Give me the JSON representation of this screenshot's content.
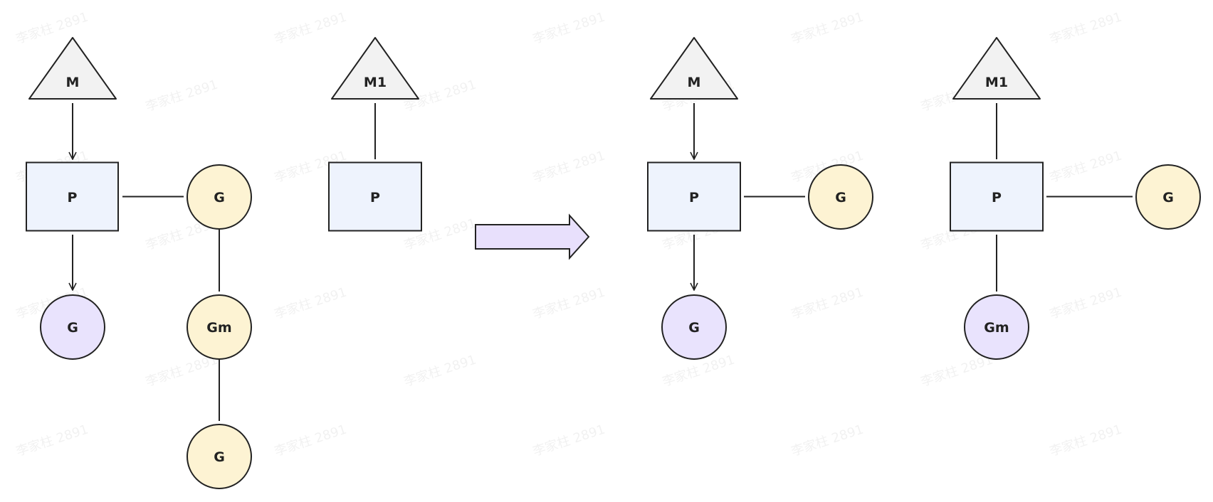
{
  "watermark": {
    "text": "李家柱 2891"
  },
  "colors": {
    "triangle_fill": "#f2f2f2",
    "rect_fill": "#eef3fd",
    "circle_yellow": "#fdf3d3",
    "circle_purple": "#e9e3fd",
    "arrow_fill": "#e8e0fc",
    "stroke": "#222222"
  },
  "diagram": {
    "before": {
      "machine_m": "M",
      "processor_p": "P",
      "local_g": "G",
      "queue_g1": "G",
      "queue_gm": "Gm",
      "queue_g2": "G",
      "machine_m1": "M1",
      "processor_p2": "P"
    },
    "after": {
      "machine_m": "M",
      "processor_p": "P",
      "queue_g": "G",
      "local_g": "G",
      "machine_m1": "M1",
      "processor_p2": "P",
      "queue_g2": "G",
      "local_gm": "Gm"
    }
  }
}
